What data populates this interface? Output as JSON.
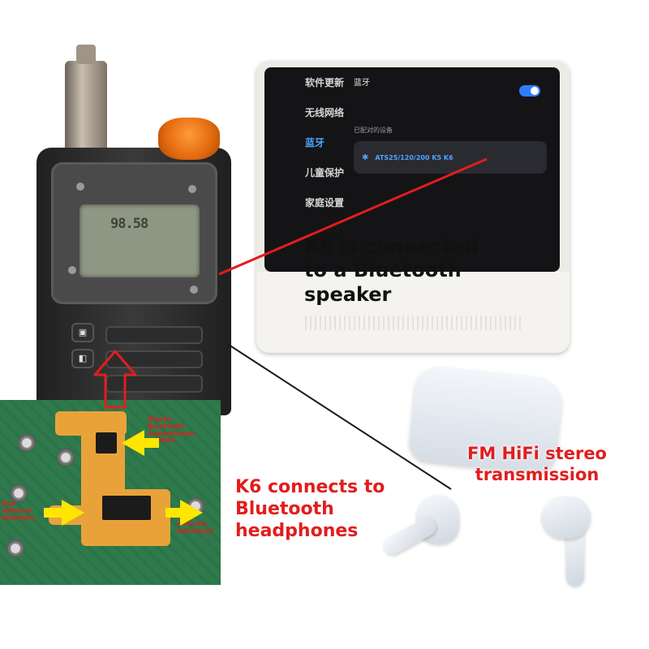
{
  "captions": {
    "speaker": [
      "K6 is connected",
      "to a Bluetooth",
      "speaker"
    ],
    "headphones": [
      "K6 connects to",
      "Bluetooth",
      "headphones"
    ],
    "fm": [
      "FM HiFi stereo",
      "transmission"
    ]
  },
  "display_screen": {
    "menu_items": [
      "软件更新",
      "无线网络",
      "蓝牙",
      "儿童保护",
      "家庭设置"
    ],
    "active_index": 2,
    "bluetooth_title": "蓝牙",
    "paired_label": "已配对的设备",
    "device_name": "ATS25/120/200 K5 K6",
    "toggle_on": true
  },
  "radio": {
    "lcd_frequency": "98.58"
  },
  "pcb_labels": {
    "module": [
      "Stereo",
      "Bluetooth",
      "transmission",
      "module"
    ],
    "left_antenna": [
      "One",
      "antenna",
      "interface"
    ],
    "right_antenna": [
      "Two",
      "antenna",
      "interfaces"
    ]
  },
  "colors": {
    "caption_red": "#e21d1d",
    "caption_black": "#111111",
    "knob_orange": "#e2680d",
    "bluetooth_blue": "#4ea3ff",
    "pcb_green": "#2f7a4c",
    "arrow_yellow": "#ffe600"
  }
}
